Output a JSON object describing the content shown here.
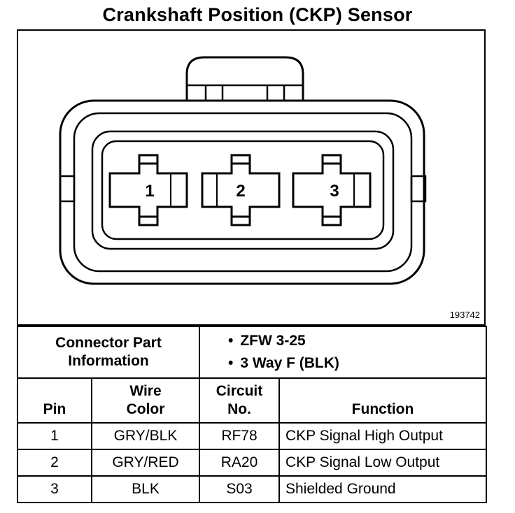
{
  "title": "Crankshaft Position (CKP) Sensor",
  "figure_number": "193742",
  "pin_labels": [
    "1",
    "2",
    "3"
  ],
  "connector_info": {
    "label_line1": "Connector Part",
    "label_line2": "Information",
    "items": [
      "ZFW 3-25",
      "3 Way F (BLK)"
    ]
  },
  "headers": {
    "pin": "Pin",
    "wire_color_line1": "Wire",
    "wire_color_line2": "Color",
    "circuit_line1": "Circuit",
    "circuit_line2": "No.",
    "function": "Function"
  },
  "rows": [
    {
      "pin": "1",
      "wire_color": "GRY/BLK",
      "circuit": "RF78",
      "function": "CKP Signal High Output"
    },
    {
      "pin": "2",
      "wire_color": "GRY/RED",
      "circuit": "RA20",
      "function": "CKP Signal Low Output"
    },
    {
      "pin": "3",
      "wire_color": "BLK",
      "circuit": "S03",
      "function": "Shielded Ground"
    }
  ]
}
